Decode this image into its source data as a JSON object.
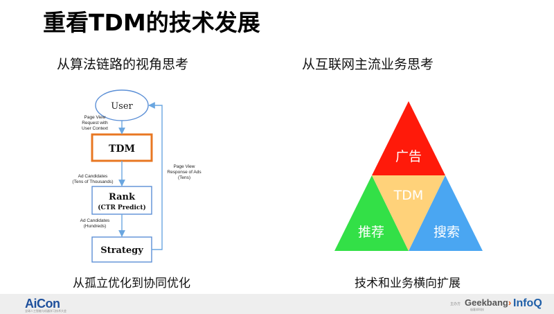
{
  "page": {
    "title": "重看TDM的技术发展",
    "left_subtitle": "从算法链路的视角思考",
    "right_subtitle": "从互联网主流业务思考",
    "left_caption": "从孤立优化到协同优化",
    "right_caption": "技术和业务横向扩展"
  },
  "flow": {
    "user": "User",
    "tdm": "TDM",
    "rank": "Rank",
    "rank_sub": "(CTR Predict)",
    "strategy": "Strategy",
    "edge_user_tdm": [
      "Page View",
      "Request with",
      "User Context"
    ],
    "edge_tdm_rank": [
      "Ad Candidates",
      "(Tens of Thousands)"
    ],
    "edge_rank_strategy": [
      "Ad Candidates",
      "(Hundreds)"
    ],
    "edge_return": [
      "Page View",
      "Response of Ads",
      "(Tens)"
    ],
    "colors": {
      "tdm_border": "#e87722",
      "box_border": "#5b8fd6",
      "arrow": "#6aa6e0"
    }
  },
  "triangle": {
    "top": "广告",
    "center": "TDM",
    "left": "推荐",
    "right": "搜索",
    "colors": {
      "top": "#ff1a0a",
      "center": "#ffd27a",
      "left": "#33e047",
      "right": "#4aa6f2"
    }
  },
  "footer": {
    "aicon_logo": "AiCon",
    "aicon_tagline": "全球人工智能与机器学习技术大会",
    "host_label": "主办方",
    "geekbang_logo": "Geekbang",
    "geekbang_sub": "极客邦科技",
    "infoq_logo": "InfoQ"
  }
}
